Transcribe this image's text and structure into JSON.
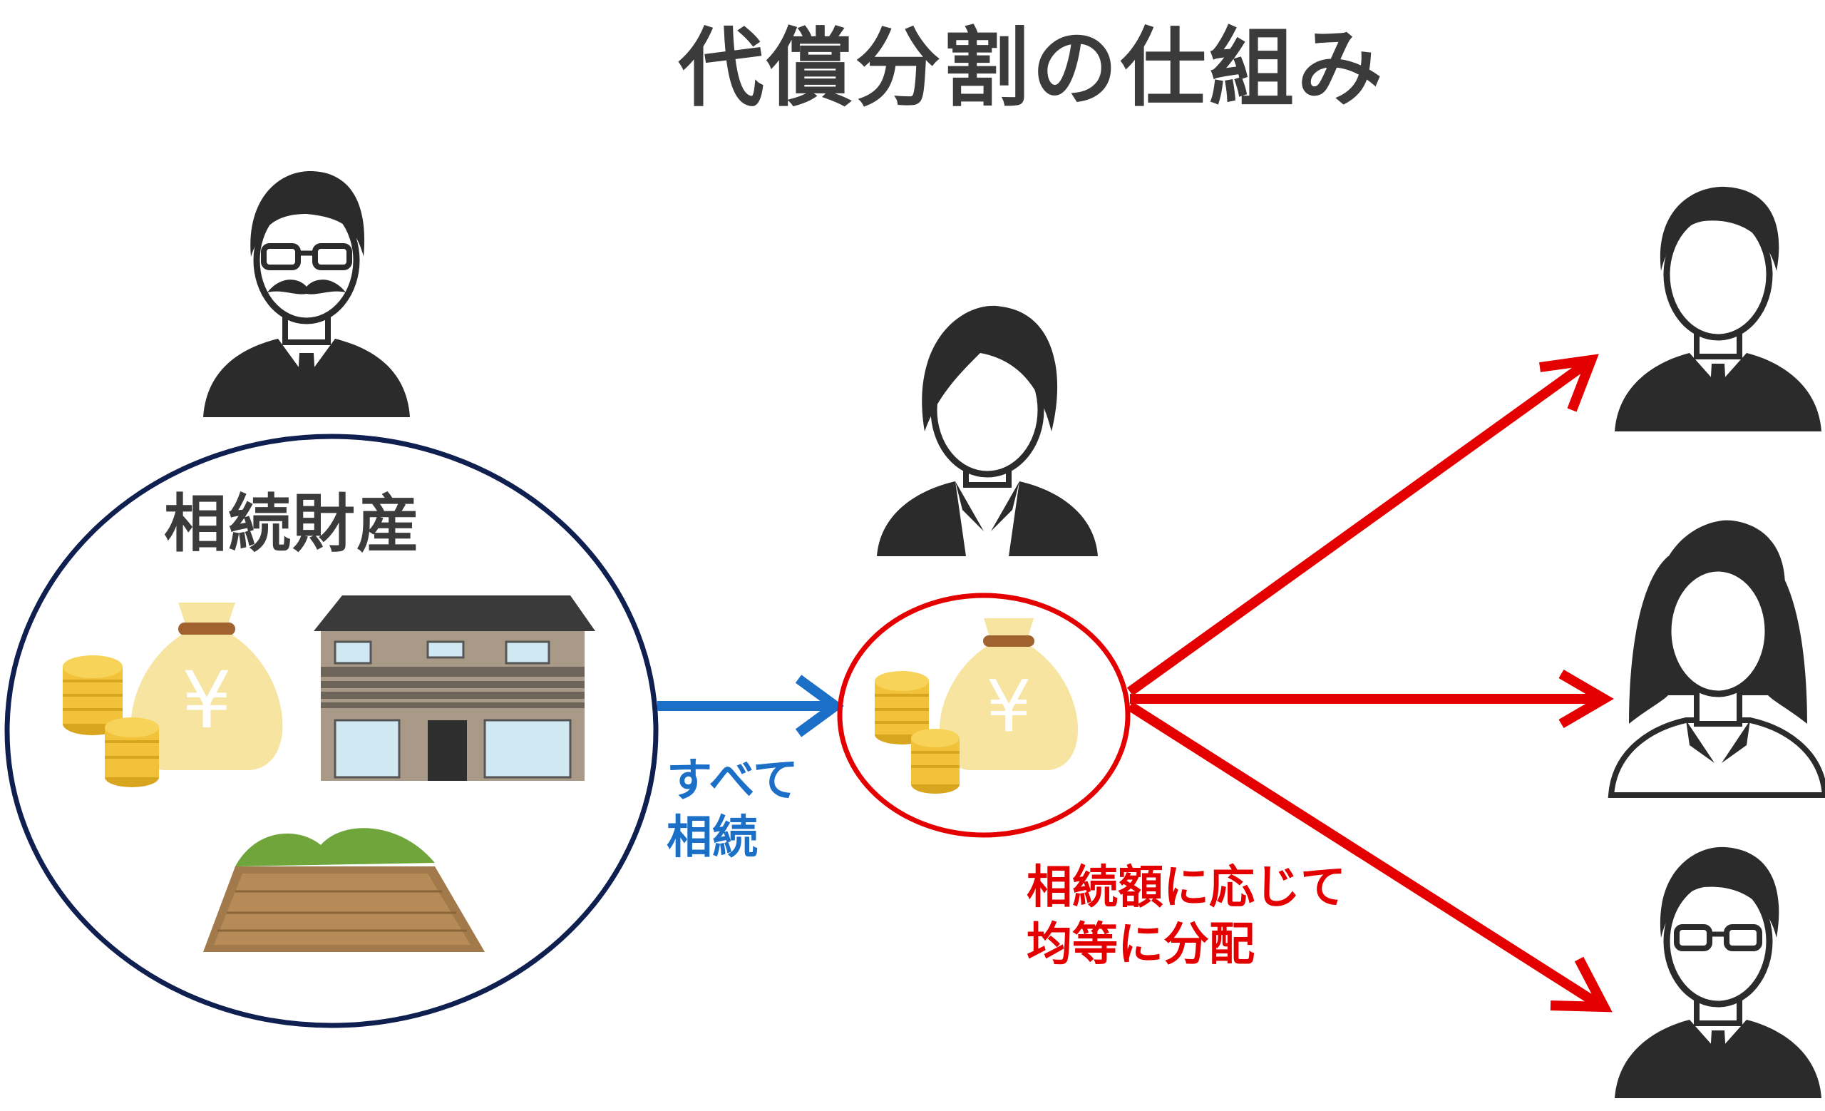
{
  "title": "代償分割の仕組み",
  "estate": {
    "label": "相続財産"
  },
  "transfer": {
    "line1": "すべて",
    "line2": "相続"
  },
  "distribution": {
    "line1": "相続額に応じて",
    "line2": "均等に分配"
  },
  "currency_symbol": "¥",
  "colors": {
    "title": "#3b3b3b",
    "estate_circle": "#0f1f4f",
    "transfer_arrow": "#1b6fc7",
    "distribution_arrows": "#e40000",
    "person": "#2b2b2b"
  }
}
